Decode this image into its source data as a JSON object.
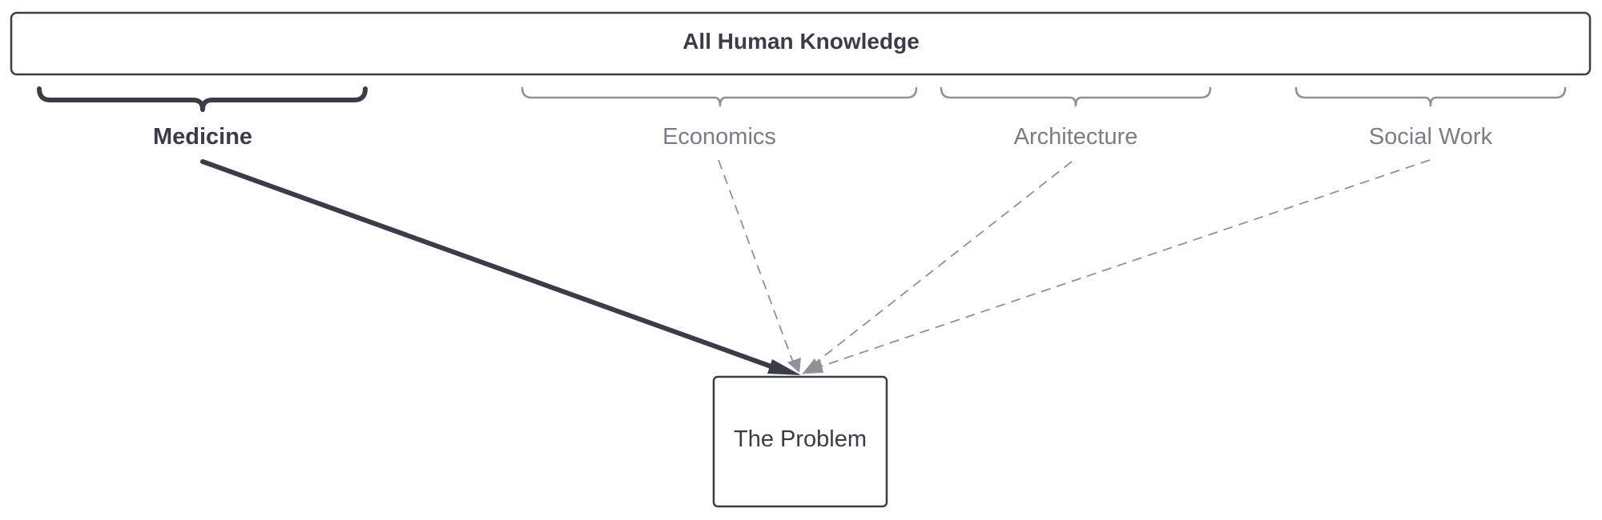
{
  "diagram": {
    "header": {
      "label": "All Human Knowledge"
    },
    "disciplines": [
      {
        "label": "Medicine",
        "emphasis": "primary"
      },
      {
        "label": "Economics",
        "emphasis": "secondary"
      },
      {
        "label": "Architecture",
        "emphasis": "secondary"
      },
      {
        "label": "Social Work",
        "emphasis": "secondary"
      }
    ],
    "target": {
      "label": "The Problem"
    },
    "links": [
      {
        "from": "Medicine",
        "to": "The Problem",
        "style": "solid"
      },
      {
        "from": "Economics",
        "to": "The Problem",
        "style": "dashed"
      },
      {
        "from": "Architecture",
        "to": "The Problem",
        "style": "dashed"
      },
      {
        "from": "Social Work",
        "to": "The Problem",
        "style": "dashed"
      }
    ]
  },
  "colors": {
    "primary": "#3a3d47",
    "secondary": "#8e9199",
    "secondary_text": "#7a7d86",
    "background": "#ffffff"
  }
}
